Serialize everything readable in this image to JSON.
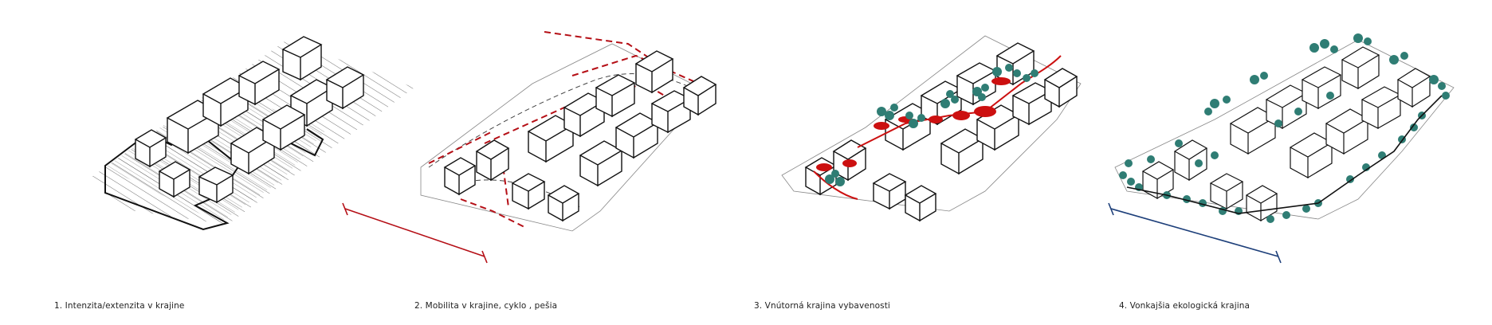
{
  "captions": [
    "1. Intenzita/extenzita v krajine",
    "2. Mobilita v krajine, cyklo , pešia",
    "3. Vnútorná krajina vybavenosti",
    "4. Vonkajšia ekologická krajina"
  ],
  "colors": {
    "line": "#111111",
    "mobility_red": "#b50f16",
    "amenity_red": "#cc1010",
    "tree_green": "#2f7d74",
    "scale_blue": "#1d3f7a",
    "site_outline": "#888888"
  }
}
